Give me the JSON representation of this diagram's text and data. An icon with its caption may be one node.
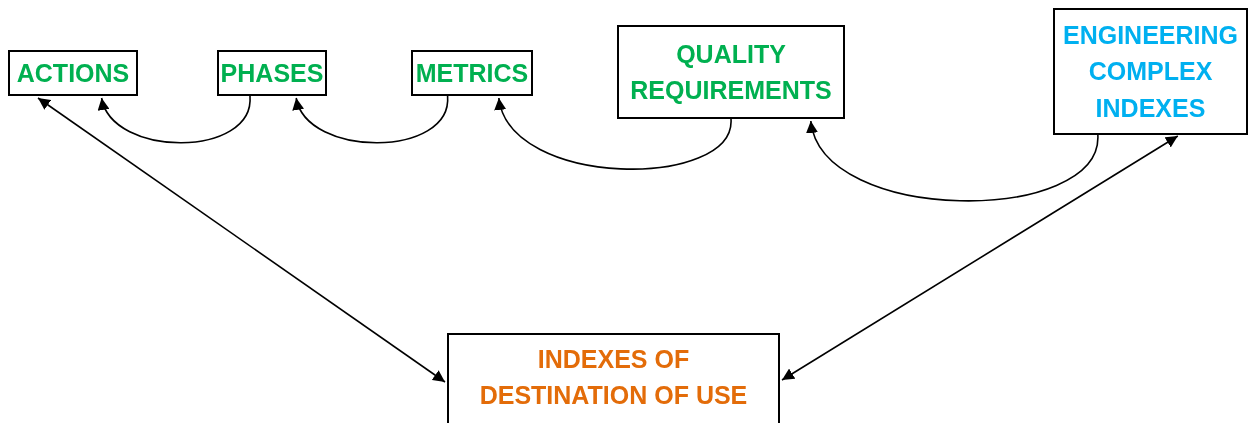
{
  "diagram": {
    "nodes": [
      {
        "text": [
          "ACTIONS"
        ]
      },
      {
        "text": [
          "PHASES"
        ]
      },
      {
        "text": [
          "METRICS"
        ]
      },
      {
        "text": [
          "QUALITY REQUIREMENTS"
        ]
      },
      {
        "text": [
          "ENGINEERING COMPLEX INDEXES"
        ]
      },
      {
        "text": [
          "INDEXES OF DESTINATION OF USE"
        ]
      }
    ],
    "edges": [
      {
        "from": 1,
        "to": 0,
        "arrow": "to"
      },
      {
        "from": 2,
        "to": 1,
        "arrow": "to"
      },
      {
        "from": 3,
        "to": 2,
        "arrow": "to"
      },
      {
        "from": 4,
        "to": 3,
        "arrow": "to"
      },
      {
        "from": 0,
        "to": 5,
        "arrow": "both"
      },
      {
        "from": 4,
        "to": 5,
        "arrow": "both"
      }
    ]
  }
}
